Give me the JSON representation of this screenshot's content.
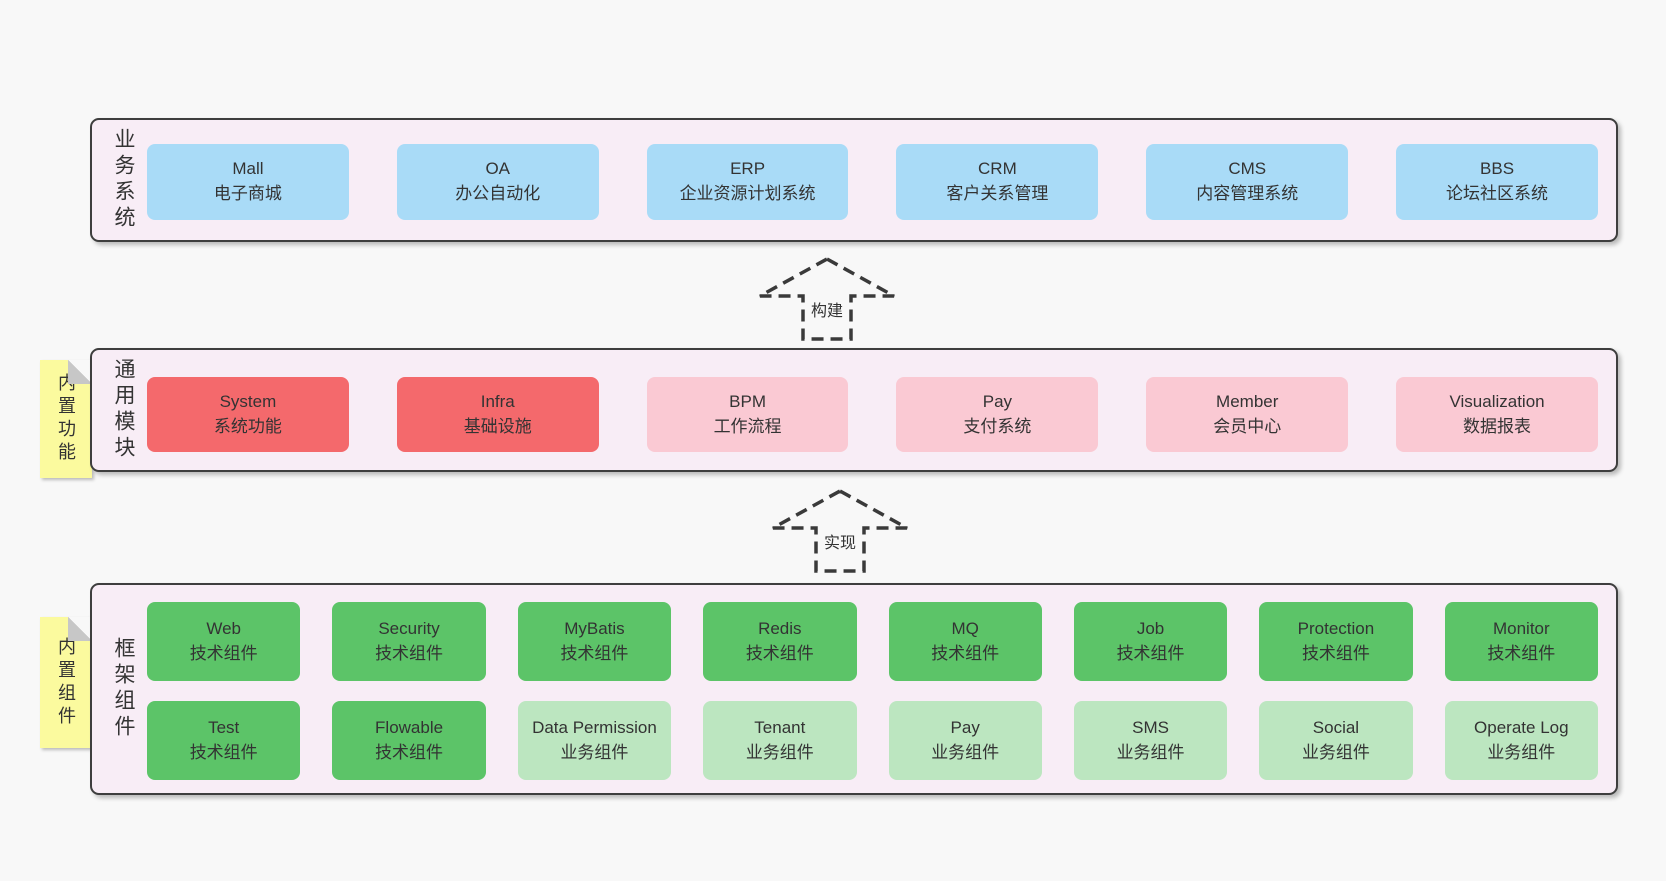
{
  "colors": {
    "page_background": "#f8f8f8",
    "band_background": "#f8edf6",
    "band_border": "#3e3e3e",
    "system_box_blue": "#a9dbf7",
    "module_box_red": "#f4696c",
    "module_box_pink": "#fac9d3",
    "component_box_green_dark": "#5cc468",
    "component_box_green_light": "#bce6c0",
    "note_yellow": "#fbfa9e",
    "note_fold_gray": "#c7c7c7",
    "text": "#333333"
  },
  "business_layer": {
    "label": "业务系统",
    "systems": [
      {
        "name": "Mall",
        "desc": "电子商城"
      },
      {
        "name": "OA",
        "desc": "办公自动化"
      },
      {
        "name": "ERP",
        "desc": "企业资源计划系统"
      },
      {
        "name": "CRM",
        "desc": "客户关系管理"
      },
      {
        "name": "CMS",
        "desc": "内容管理系统"
      },
      {
        "name": "BBS",
        "desc": "论坛社区系统"
      }
    ]
  },
  "arrows": {
    "build": {
      "label": "构建"
    },
    "implement": {
      "label": "实现"
    }
  },
  "modules_layer": {
    "label": "通用模块",
    "note": "内置功能",
    "modules": [
      {
        "name": "System",
        "desc": "系统功能",
        "variant": "red"
      },
      {
        "name": "Infra",
        "desc": "基础设施",
        "variant": "red"
      },
      {
        "name": "BPM",
        "desc": "工作流程",
        "variant": "pink"
      },
      {
        "name": "Pay",
        "desc": "支付系统",
        "variant": "pink"
      },
      {
        "name": "Member",
        "desc": "会员中心",
        "variant": "pink"
      },
      {
        "name": "Visualization",
        "desc": "数据报表",
        "variant": "pink"
      }
    ]
  },
  "components_layer": {
    "label": "框架组件",
    "note": "内置组件",
    "rows": [
      [
        {
          "name": "Web",
          "desc": "技术组件",
          "variant": "dark"
        },
        {
          "name": "Security",
          "desc": "技术组件",
          "variant": "dark"
        },
        {
          "name": "MyBatis",
          "desc": "技术组件",
          "variant": "dark"
        },
        {
          "name": "Redis",
          "desc": "技术组件",
          "variant": "dark"
        },
        {
          "name": "MQ",
          "desc": "技术组件",
          "variant": "dark"
        },
        {
          "name": "Job",
          "desc": "技术组件",
          "variant": "dark"
        },
        {
          "name": "Protection",
          "desc": "技术组件",
          "variant": "dark"
        },
        {
          "name": "Monitor",
          "desc": "技术组件",
          "variant": "dark"
        }
      ],
      [
        {
          "name": "Test",
          "desc": "技术组件",
          "variant": "dark"
        },
        {
          "name": "Flowable",
          "desc": "技术组件",
          "variant": "dark"
        },
        {
          "name": "Data Permission",
          "desc": "业务组件",
          "variant": "light"
        },
        {
          "name": "Tenant",
          "desc": "业务组件",
          "variant": "light"
        },
        {
          "name": "Pay",
          "desc": "业务组件",
          "variant": "light"
        },
        {
          "name": "SMS",
          "desc": "业务组件",
          "variant": "light"
        },
        {
          "name": "Social",
          "desc": "业务组件",
          "variant": "light"
        },
        {
          "name": "Operate Log",
          "desc": "业务组件",
          "variant": "light"
        }
      ]
    ]
  }
}
